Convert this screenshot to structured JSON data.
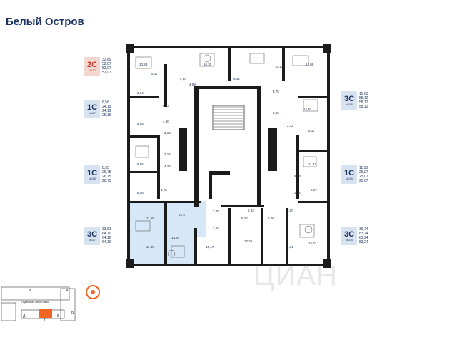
{
  "title": "Белый Остров",
  "tags": [
    {
      "code": "2C",
      "sub": "№102",
      "areas": [
        "32,89",
        "52,07",
        "52,07",
        "52,07"
      ],
      "color": "#f3d6cf",
      "text": "#c0392b"
    },
    {
      "code": "1C",
      "sub": "№107",
      "areas": [
        "8,56",
        "24,19",
        "24,19",
        "25,19"
      ],
      "color": "#d8e3f1",
      "text": "#1d3461"
    },
    {
      "code": "1C",
      "sub": "№108",
      "areas": [
        "8,55",
        "26,75",
        "26,75",
        "26,75"
      ],
      "color": "#d8e3f1",
      "text": "#1d3461"
    },
    {
      "code": "3C",
      "sub": "№107",
      "areas": [
        "33,61",
        "64,10",
        "64,10",
        "64,10"
      ],
      "color": "#d8e3f1",
      "text": "#1d3461"
    },
    {
      "code": "3C",
      "sub": "№106",
      "areas": [
        "15,63",
        "58,12",
        "58,12",
        "58,12"
      ],
      "color": "#d8e3f1",
      "text": "#1d3461"
    },
    {
      "code": "1C",
      "sub": "№105",
      "areas": [
        "11,53",
        "25,07",
        "25,07",
        "25,07"
      ],
      "color": "#d8e3f1",
      "text": "#1d3461"
    },
    {
      "code": "3C",
      "sub": "№104",
      "areas": [
        "39,74",
        "83,24",
        "83,24",
        "83,24"
      ],
      "color": "#d8e3f1",
      "text": "#1d3461"
    }
  ],
  "rooms": [
    "10,33",
    "5,17",
    "16,30",
    "4,60",
    "6,32",
    "4,59",
    "16,17",
    "12,09",
    "8,14",
    "6,43",
    "8,55",
    "4,00",
    "3,10",
    "3,16",
    "8,55",
    "4,26",
    "6,08",
    "4,75",
    "4,75",
    "8,05",
    "12,97",
    "2,72",
    "8,17",
    "11,33",
    "4,09",
    "3,34",
    "5,17",
    "11,55",
    "8,73",
    "2,76",
    "3,60",
    "14,54",
    "11,89",
    "10,17",
    "5,12",
    "2,33",
    "6,00",
    "8,00",
    "12,35",
    "11,01",
    "15,43"
  ],
  "minimap": {
    "labels": [
      "Д",
      "Д",
      "Г",
      "В",
      "Б",
      "A",
      "Подземная автостоянка"
    ]
  },
  "watermark": "ЦИАН"
}
